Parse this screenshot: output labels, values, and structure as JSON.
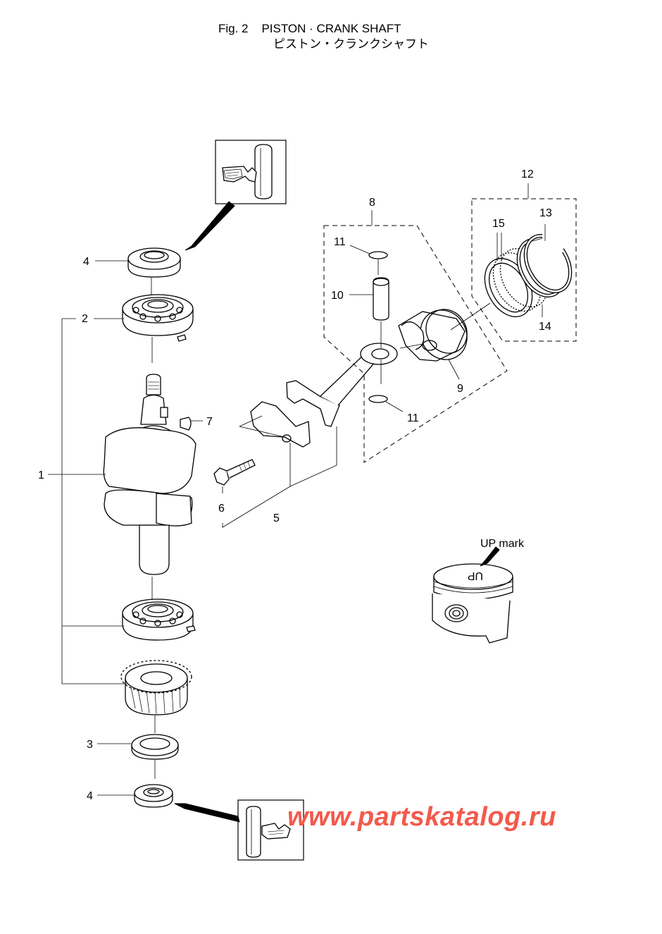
{
  "header": {
    "fig_label": "Fig. 2",
    "title_en": "PISTON · CRANK SHAFT",
    "title_jp": "ピストン・クランクシャフト"
  },
  "callouts": {
    "c1": "1",
    "c2": "2",
    "c3": "3",
    "c4_top": "4",
    "c4_bottom": "4",
    "c5": "5",
    "c6": "6",
    "c7": "7",
    "c8": "8",
    "c9": "9",
    "c10": "10",
    "c11_top": "11",
    "c11_bottom": "11",
    "c12": "12",
    "c13": "13",
    "c14": "14",
    "c15": "15"
  },
  "up_mark_label": "UP mark",
  "piston_top_mark": "UP",
  "watermark": "www.partskatalog.ru",
  "colors": {
    "line": "#000000",
    "watermark": "#f25a4c"
  }
}
